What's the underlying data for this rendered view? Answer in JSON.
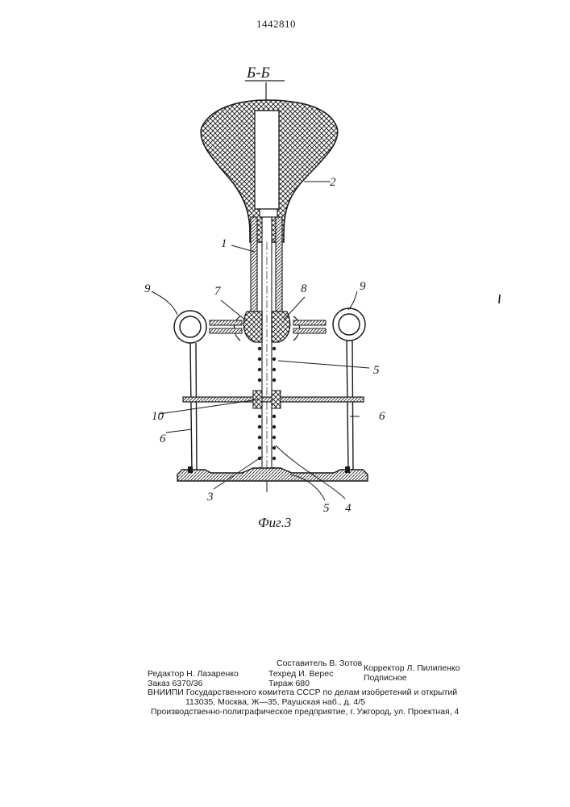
{
  "patent_number": "1442810",
  "section_label": "Б-Б",
  "figure_caption": "Фиг.3",
  "part_labels": {
    "p1": "1",
    "p2": "2",
    "p3": "3",
    "p4": "4",
    "p5a": "5",
    "p5b": "5",
    "p6a": "6",
    "p6b": "6",
    "p7": "7",
    "p8": "8",
    "p9a": "9",
    "p9b": "9",
    "p10": "10"
  },
  "imprint": {
    "compiler": "Составитель В. Зотов",
    "editor": "Редактор Н. Лазаренко",
    "techred": "Техред И. Верес",
    "corrector": "Корректор Л. Пилипенко",
    "order": "Заказ 6370/36",
    "circulation": "Тираж 680",
    "subscription": "Подписное",
    "institute": "ВНИИПИ Государственного комитета СССР по делам изобретений и открытий",
    "address": "113035, Москва, Ж—35, Раушская наб., д. 4/5",
    "printer": "Производственно-полиграфическое предприятие, г. Ужгород, ул. Проектная, 4"
  }
}
